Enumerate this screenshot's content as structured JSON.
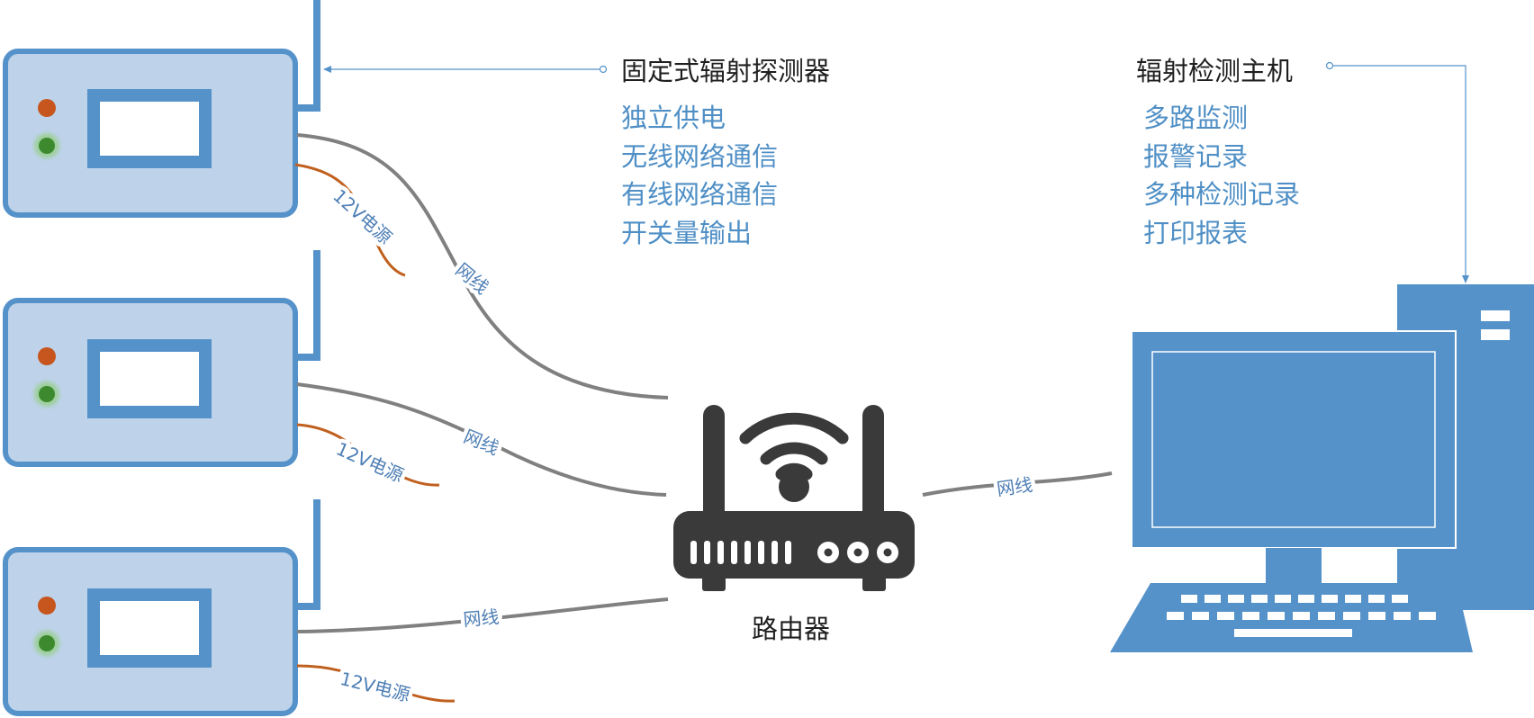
{
  "detector": {
    "title": "固定式辐射探测器",
    "features": [
      "独立供电",
      "无线网络通信",
      "有线网络通信",
      "开关量输出"
    ]
  },
  "host": {
    "title": "辐射检测主机",
    "features": [
      "多路监测",
      "报警记录",
      "多种检测记录",
      "打印报表"
    ]
  },
  "router": {
    "label": "路由器"
  },
  "connections": {
    "network_label": "网线",
    "power_label": "12V电源"
  },
  "colors": {
    "device_fill": "#bed3ea",
    "device_border": "#5592c9",
    "power_led": "#c6561e",
    "status_led": "#3d8a2e",
    "network_wire": "#808080",
    "power_wire": "#c0601f",
    "router": "#3a3a3a",
    "computer": "#5592c9",
    "leader_line": "#5592c9"
  },
  "icons": [
    "antenna-icon",
    "wifi-icon",
    "router-icon",
    "computer-icon"
  ]
}
